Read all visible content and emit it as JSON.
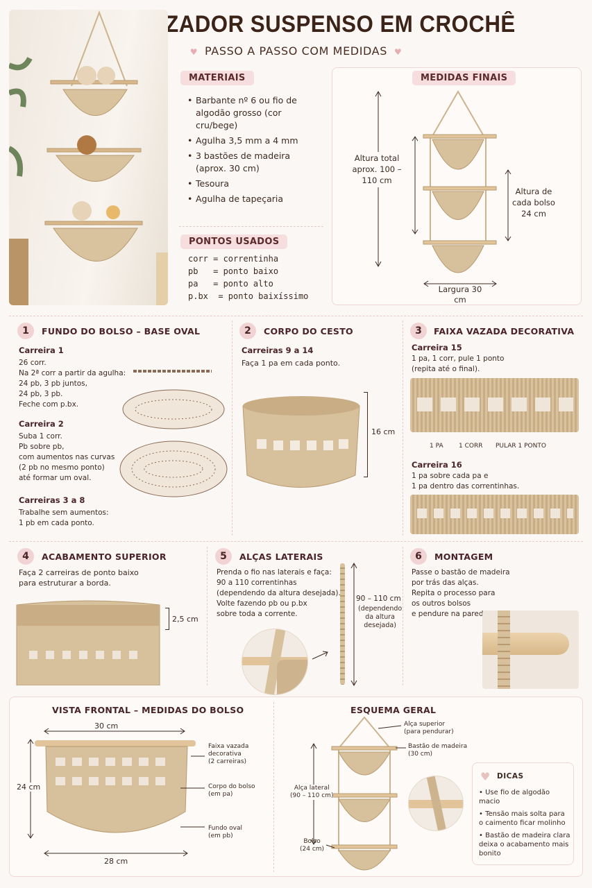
{
  "header": {
    "title": "ORGANIZADOR SUSPENSO EM CROCHÊ",
    "subtitle": "PASSO A PASSO COM MEDIDAS"
  },
  "colors": {
    "accent": "#f6dede",
    "text": "#3d2a20",
    "yarn": "#d7c09c",
    "wood": "#e2c49b"
  },
  "materials": {
    "label": "MATERIAIS",
    "items": [
      "Barbante nº 6 ou fio de algodão grosso (cor cru/bege)",
      "Agulha 3,5 mm a 4 mm",
      "3 bastões de madeira (aprox. 30 cm)",
      "Tesoura",
      "Agulha de tapeçaria"
    ]
  },
  "stitches": {
    "label": "PONTOS USADOS",
    "items": [
      "corr = correntinha",
      "pb   = ponto baixo",
      "pa   = ponto alto",
      "p.bx  = ponto baixíssimo"
    ]
  },
  "measures": {
    "label": "MEDIDAS FINAIS",
    "height_total": "Altura total aprox. 100 – 110 cm",
    "pocket_height": "Altura de cada bolso 24 cm",
    "width": "Largura 30 cm"
  },
  "step1": {
    "num": "1",
    "title": "FUNDO DO BOLSO – BASE OVAL",
    "r1_title": "Carreira 1",
    "r1_text": "26 corr.\nNa 2ª corr a partir da agulha:\n24 pb, 3 pb juntos,\n24 pb, 3 pb.\nFeche com p.bx.",
    "r2_title": "Carreira 2",
    "r2_text": "Suba 1 corr.\nPb sobre pb,\ncom aumentos nas curvas\n(2 pb no mesmo ponto)\naté formar um oval.",
    "r3_title": "Carreiras 3 a 8",
    "r3_text": "Trabalhe sem aumentos:\n1 pb em cada ponto."
  },
  "step2": {
    "num": "2",
    "title": "CORPO DO CESTO",
    "r_title": "Carreiras 9 a 14",
    "r_text": "Faça 1 pa em cada ponto.",
    "dim": "16 cm"
  },
  "step3": {
    "num": "3",
    "title": "FAIXA VAZADA DECORATIVA",
    "r15_title": "Carreira 15",
    "r15_text": "1 pa, 1 corr, pule 1 ponto\n(repita até o final).",
    "labels": [
      "1 PA",
      "1 CORR",
      "PULAR 1 PONTO"
    ],
    "r16_title": "Carreira 16",
    "r16_text": "1 pa sobre cada pa e\n1 pa dentro das correntinhas."
  },
  "step4": {
    "num": "4",
    "title": "ACABAMENTO SUPERIOR",
    "text": "Faça 2 carreiras de ponto baixo\npara estruturar a borda.",
    "dim": "2,5 cm"
  },
  "step5": {
    "num": "5",
    "title": "ALÇAS LATERAIS",
    "text": "Prenda o fio nas laterais e faça:\n90 a 110 correntinhas\n(dependendo da altura desejada).\nVolte fazendo pb ou p.bx\nsobre toda a corrente.",
    "dim": "90 – 110 cm",
    "dim_note": "(dependendo\nda altura\ndesejada)"
  },
  "step6": {
    "num": "6",
    "title": "MONTAGEM",
    "text": "Passe o bastão de madeira\npor trás das alças.\nRepita o processo para\nos outros bolsos\ne pendure na parede."
  },
  "front": {
    "title": "VISTA FRONTAL – MEDIDAS DO BOLSO",
    "top": "30 cm",
    "height": "24 cm",
    "bottom": "28 cm",
    "labels": [
      "Faixa vazada\ndecorativa\n(2 carreiras)",
      "Corpo do bolso\n(em pa)",
      "Fundo oval\n(em pb)"
    ]
  },
  "scheme": {
    "title": "ESQUEMA GERAL",
    "top_strap": "Alça superior\n(para pendurar)",
    "rod": "Bastão de madeira\n(30 cm)",
    "side": "Alça lateral\n(90 – 110 cm)",
    "pocket": "Bolso\n(24 cm)"
  },
  "tips": {
    "label": "DICAS",
    "items": [
      "Use fio de algodão macio",
      "Tensão mais solta para o caimento ficar molinho",
      "Bastão de madeira clara deixa o acabamento mais bonito"
    ]
  }
}
